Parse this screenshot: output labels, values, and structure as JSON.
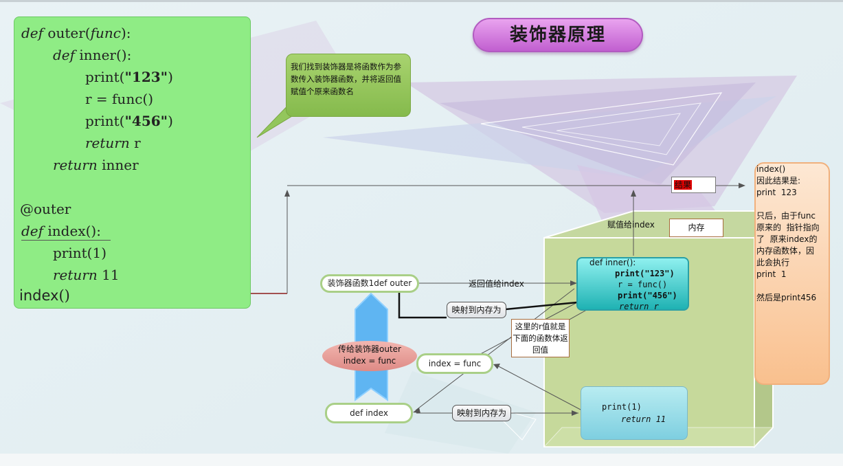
{
  "title": "装饰器原理",
  "code": {
    "lines": [
      {
        "kw1": "def",
        "rest": " outer(",
        "kw2": "func",
        "rest2": "):"
      },
      {
        "kw1": "def",
        "rest": " inner():"
      },
      {
        "pre": "print(",
        "num": "\"123\"",
        "post": ")"
      },
      {
        "plain": "r = func()"
      },
      {
        "pre": "print(",
        "num": "\"456\"",
        "post": ")"
      },
      {
        "kw1": "return",
        "rest": " r"
      },
      {
        "kw1": "return",
        "rest": " inner"
      },
      {
        "plain": "@outer"
      },
      {
        "kw1": "def",
        "rest": " index():"
      },
      {
        "plain": "print(1)"
      },
      {
        "kw1": "return",
        "rest": " 11"
      },
      {
        "call": "index",
        "paren": "()"
      }
    ]
  },
  "callout_text": "我们找到装饰器是将函数作为参数传入装饰器函数，并将返回值赋值个原来函数名",
  "labels": {
    "decorator_func": "装饰器函数1def  outer",
    "return_to_index": "返回值给index",
    "map_memory_1": "映射到内存为",
    "map_memory_2": "映射到内存为",
    "pass_to_outer_1": "传给装饰器outer",
    "pass_to_outer_2": "index   = func",
    "index_eq_func": "index = func",
    "def_index": "def  index",
    "assign_index": "赋值给index",
    "memory": "内存",
    "result": "结果",
    "r_value_note": "这里的r值就是下面的函数体返回值"
  },
  "inner_box": {
    "l1": "def inner():",
    "l2": "print(\"123\")",
    "l3": "r = func()",
    "l4": "print(\"456\")",
    "l5": "return r"
  },
  "index_box": {
    "l1": "print(1)",
    "l2": "return 11"
  },
  "explanation": [
    "index()",
    "因此结果是:",
    "print  123",
    "",
    "只后，由于func",
    "原来的  指针指向",
    "了  原来index的",
    "内存函数体，因",
    "此会执行",
    "print  1",
    "",
    "然后是print456"
  ],
  "colors": {
    "code_bg": "#8fec85",
    "title_bg": "#c15fd0",
    "inner_box": "#1fb2b3",
    "memory_cube": "#c6d99b",
    "explanation_bg": "#f9c08e"
  }
}
